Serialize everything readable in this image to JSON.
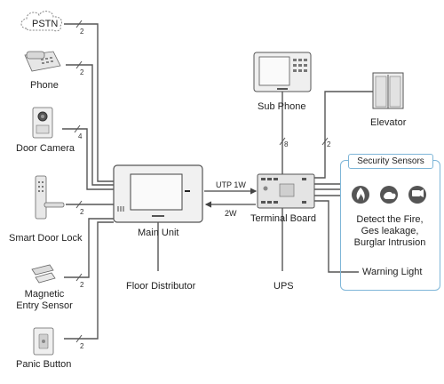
{
  "devices": {
    "pstn": "PSTN",
    "phone": "Phone",
    "door_camera": "Door Camera",
    "smart_door_lock": "Smart Door Lock",
    "magnetic_line1": "Magnetic",
    "magnetic_line2": "Entry Sensor",
    "panic_button": "Panic Button",
    "main_unit": "Main Unit",
    "floor_distributor": "Floor Distributor",
    "sub_phone": "Sub Phone",
    "terminal_board": "Terminal Board",
    "ups": "UPS",
    "elevator": "Elevator",
    "warning_light": "Warning Light"
  },
  "links": {
    "utp": "UTP 1W",
    "two_wire": "2W"
  },
  "wire_counts": {
    "pstn": "2",
    "phone": "2",
    "door_camera": "4",
    "smart_door_lock": "2",
    "magnetic": "2",
    "panic": "2",
    "sub_phone": "8",
    "elevator": "2"
  },
  "security": {
    "title": "Security Sensors",
    "line1": "Detect the Fire,",
    "line2": "Ges leakage,",
    "line3": "Burglar Intrusion"
  },
  "colors": {
    "line": "#555555",
    "accent_blue": "#7fb6d8",
    "device_gray": "#e8e8e8"
  }
}
